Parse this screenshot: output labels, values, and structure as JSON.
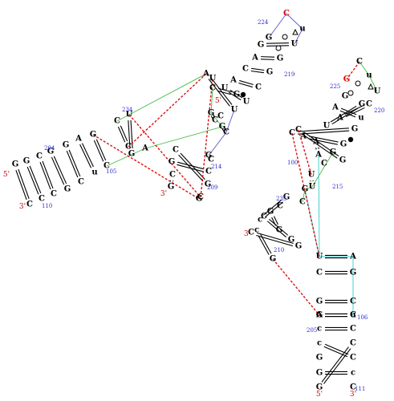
{
  "colors": {
    "base": "#000000",
    "highlight": "#e00000",
    "number": "#2a2ad0",
    "end_label": "#c80000",
    "backbone_blue": "#5555cc",
    "backbone_green": "#44bb44",
    "backbone_cyan": "#33cccc",
    "tertiary": "#dd1111"
  },
  "bases": [
    {
      "id": "L1",
      "text": "G"
    },
    {
      "id": "L2",
      "text": "G"
    },
    {
      "id": "L3",
      "text": "C"
    },
    {
      "id": "L4",
      "text": "G"
    },
    {
      "id": "L5",
      "text": "G"
    },
    {
      "id": "L6",
      "text": "A"
    },
    {
      "id": "L7",
      "text": "G"
    },
    {
      "id": "L8",
      "text": "C"
    },
    {
      "id": "L9",
      "text": "C"
    },
    {
      "id": "L10",
      "text": "C"
    },
    {
      "id": "L11",
      "text": "G"
    },
    {
      "id": "L12",
      "text": "C"
    },
    {
      "id": "L13",
      "text": "u"
    },
    {
      "id": "L14",
      "text": "C"
    },
    {
      "id": "M1",
      "text": "C"
    },
    {
      "id": "M2",
      "text": "U"
    },
    {
      "id": "M3",
      "text": "C"
    },
    {
      "id": "M4",
      "text": "G"
    },
    {
      "id": "M5",
      "text": "A"
    },
    {
      "id": "M6",
      "text": "C"
    },
    {
      "id": "M7",
      "text": "G"
    },
    {
      "id": "M8",
      "text": "C"
    },
    {
      "id": "M9",
      "text": "G"
    },
    {
      "id": "M10",
      "text": "G"
    },
    {
      "id": "M11",
      "text": "C"
    },
    {
      "id": "M12",
      "text": "G"
    },
    {
      "id": "M13",
      "text": "C"
    },
    {
      "id": "M14",
      "text": "C"
    },
    {
      "id": "M15",
      "text": "G"
    },
    {
      "id": "H1",
      "text": "A"
    },
    {
      "id": "H2",
      "text": "U"
    },
    {
      "id": "H3",
      "text": "C"
    },
    {
      "id": "H4",
      "text": "G"
    },
    {
      "id": "H5",
      "text": "G"
    },
    {
      "id": "H6",
      "text": "U"
    },
    {
      "id": "H7",
      "text": "A"
    },
    {
      "id": "H8",
      "text": "C"
    },
    {
      "id": "H9",
      "text": "A"
    },
    {
      "id": "H10",
      "text": "G"
    },
    {
      "id": "H11",
      "text": "G"
    },
    {
      "id": "H12",
      "text": "C"
    },
    {
      "id": "H13",
      "text": "U"
    },
    {
      "id": "H14",
      "text": "G"
    },
    {
      "id": "H15",
      "text": "G"
    },
    {
      "id": "H16",
      "text": "C"
    },
    {
      "id": "H17",
      "text": "U"
    },
    {
      "id": "H18",
      "text": "U"
    },
    {
      "id": "H19",
      "text": "u"
    },
    {
      "id": "H20",
      "text": "C"
    },
    {
      "id": "H21",
      "text": "G"
    },
    {
      "id": "H22",
      "text": "C"
    },
    {
      "id": "H23",
      "text": "C"
    },
    {
      "id": "R1",
      "text": "C"
    },
    {
      "id": "R2",
      "text": "u"
    },
    {
      "id": "R3",
      "text": "G"
    },
    {
      "id": "R4",
      "text": "U"
    },
    {
      "id": "R5",
      "text": "G"
    },
    {
      "id": "R6",
      "text": "C"
    },
    {
      "id": "R7",
      "text": "G"
    },
    {
      "id": "R8",
      "text": "A"
    },
    {
      "id": "R9",
      "text": "u"
    },
    {
      "id": "R10",
      "text": "A"
    },
    {
      "id": "R11",
      "text": "U"
    },
    {
      "id": "R12",
      "text": "C"
    },
    {
      "id": "R13",
      "text": "C"
    },
    {
      "id": "R14",
      "text": "A"
    },
    {
      "id": "R15",
      "text": "G"
    },
    {
      "id": "R16",
      "text": "A"
    },
    {
      "id": "R17",
      "text": "G"
    },
    {
      "id": "R18",
      "text": "U"
    },
    {
      "id": "R19",
      "text": "A"
    },
    {
      "id": "R20",
      "text": "C"
    },
    {
      "id": "R21",
      "text": "U"
    },
    {
      "id": "R22",
      "text": "G"
    },
    {
      "id": "R23",
      "text": "G"
    },
    {
      "id": "S1",
      "text": "C"
    },
    {
      "id": "S2",
      "text": "G"
    },
    {
      "id": "S3",
      "text": "G"
    },
    {
      "id": "S4",
      "text": "C"
    },
    {
      "id": "S5",
      "text": "c"
    },
    {
      "id": "S6",
      "text": "C"
    },
    {
      "id": "S7",
      "text": "c"
    },
    {
      "id": "S8",
      "text": "G"
    },
    {
      "id": "S9",
      "text": "G"
    },
    {
      "id": "S10",
      "text": "G"
    },
    {
      "id": "S11",
      "text": "G"
    },
    {
      "id": "S12",
      "text": "C"
    },
    {
      "id": "S13",
      "text": "G"
    },
    {
      "id": "T1",
      "text": "U"
    },
    {
      "id": "T2",
      "text": "A"
    },
    {
      "id": "T3",
      "text": "C"
    },
    {
      "id": "T4",
      "text": "G"
    },
    {
      "id": "T5",
      "text": "G"
    },
    {
      "id": "T6",
      "text": "C"
    },
    {
      "id": "T7",
      "text": "A"
    },
    {
      "id": "T8",
      "text": "u"
    },
    {
      "id": "T9",
      "text": "G"
    },
    {
      "id": "T10",
      "text": "C"
    },
    {
      "id": "T11",
      "text": "c"
    },
    {
      "id": "T12",
      "text": "C"
    },
    {
      "id": "T13",
      "text": "G"
    },
    {
      "id": "T14",
      "text": "C"
    },
    {
      "id": "T15",
      "text": "c"
    },
    {
      "id": "T16",
      "text": "C"
    },
    {
      "id": "T17",
      "text": "G"
    },
    {
      "id": "T18",
      "text": "c"
    },
    {
      "id": "T19",
      "text": "G"
    },
    {
      "id": "T20",
      "text": "C"
    }
  ],
  "position_numbers": [
    {
      "id": "n204",
      "text": "204"
    },
    {
      "id": "n110",
      "text": "110"
    },
    {
      "id": "n105",
      "text": "105"
    },
    {
      "id": "n234",
      "text": "234"
    },
    {
      "id": "n209",
      "text": "209"
    },
    {
      "id": "n214",
      "text": "214"
    },
    {
      "id": "n224",
      "text": "224"
    },
    {
      "id": "n219",
      "text": "219"
    },
    {
      "id": "n225",
      "text": "225"
    },
    {
      "id": "n220",
      "text": "220"
    },
    {
      "id": "n215",
      "text": "215"
    },
    {
      "id": "n100",
      "text": "100"
    },
    {
      "id": "n235",
      "text": "235"
    },
    {
      "id": "n210",
      "text": "210"
    },
    {
      "id": "n106",
      "text": "106"
    },
    {
      "id": "n205",
      "text": "205"
    },
    {
      "id": "n111",
      "text": "111"
    }
  ],
  "strand_ends": [
    {
      "id": "e1",
      "text": "5'"
    },
    {
      "id": "e2",
      "text": "3'"
    },
    {
      "id": "e3",
      "text": "3'"
    },
    {
      "id": "e4",
      "text": "5'"
    },
    {
      "id": "e5",
      "text": "3'"
    },
    {
      "id": "e6",
      "text": "5'"
    },
    {
      "id": "e7",
      "text": "3'"
    }
  ]
}
